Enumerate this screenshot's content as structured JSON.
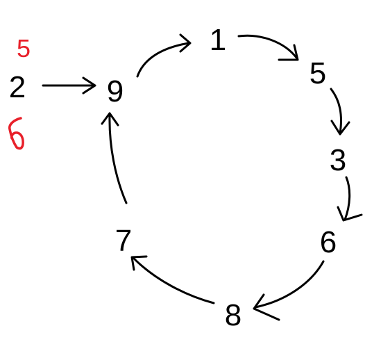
{
  "diagram": {
    "colors": {
      "ink": "#000000",
      "annotation": "#e8202a",
      "background": "#ffffff"
    },
    "nodes": [
      {
        "id": "n2",
        "label": "2"
      },
      {
        "id": "n9",
        "label": "9"
      },
      {
        "id": "n1",
        "label": "1"
      },
      {
        "id": "n5",
        "label": "5"
      },
      {
        "id": "n3",
        "label": "3"
      },
      {
        "id": "n6",
        "label": "6"
      },
      {
        "id": "n8",
        "label": "8"
      },
      {
        "id": "n7",
        "label": "7"
      }
    ],
    "edges": [
      {
        "from": "2",
        "to": "9"
      },
      {
        "from": "9",
        "to": "1"
      },
      {
        "from": "1",
        "to": "5"
      },
      {
        "from": "5",
        "to": "3"
      },
      {
        "from": "3",
        "to": "6"
      },
      {
        "from": "6",
        "to": "8"
      },
      {
        "from": "8",
        "to": "7"
      },
      {
        "from": "7",
        "to": "9"
      }
    ],
    "annotations": {
      "above_2": "5",
      "below_2": "6"
    }
  }
}
